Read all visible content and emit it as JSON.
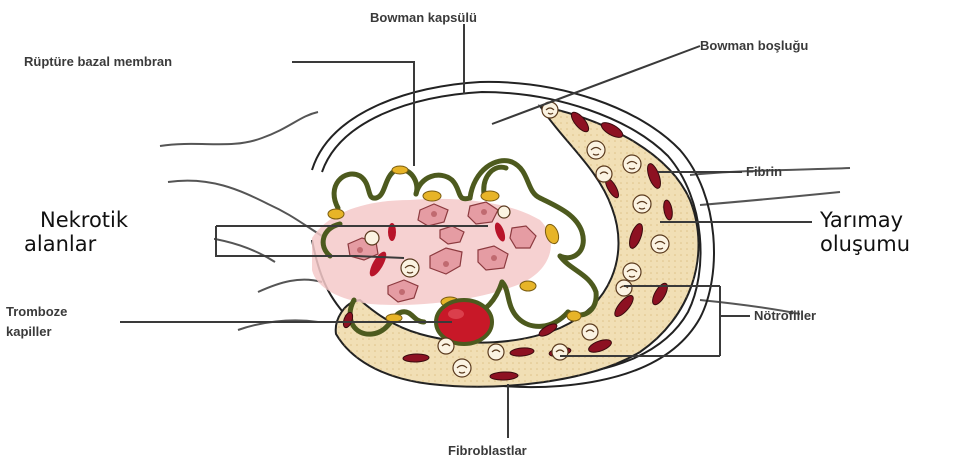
{
  "labels": {
    "bowman_capsule": "Bowman kapsülü",
    "ruptured_membrane": "Rüptüre bazal membran",
    "bowman_space": "Bowman boşluğu",
    "fibrin": "Fibrin",
    "necrotic_line1": "Nekrotik",
    "necrotic_line2": "alanlar",
    "crescent_line1": "Yarımay",
    "crescent_line2": "oluşumu",
    "thrombosed_line1": "Tromboze",
    "thrombosed_line2": "kapiller",
    "neutrophils": "Nötrofiller",
    "fibroblasts": "Fibroblastlar"
  },
  "colors": {
    "crescent_fill": "#f1dfb5",
    "capillary_loop": "#4d5a1e",
    "necrotic_zone": "#f4c9c9",
    "red_cell": "#b8142a",
    "endothelial_cell": "#e7b428",
    "line": "#3a3a3a"
  }
}
